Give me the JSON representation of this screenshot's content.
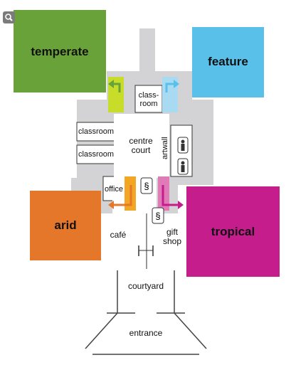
{
  "zones": {
    "temperate": {
      "label": "temperate",
      "color": "#6aa23a"
    },
    "feature": {
      "label": "feature",
      "color": "#59c0ea"
    },
    "arid": {
      "label": "arid",
      "color": "#e5772a"
    },
    "tropical": {
      "label": "tropical",
      "color": "#c51d8c"
    }
  },
  "rooms": {
    "classroom_top": [
      "class-",
      "room"
    ],
    "classroom_1": "classroom",
    "classroom_2": "classroom",
    "centre_court": [
      "centre",
      "court"
    ],
    "artwall": "artwall",
    "office": "office",
    "cafe": "café",
    "gift_shop": [
      "gift",
      "shop"
    ],
    "courtyard": "courtyard",
    "entrance": "entrance"
  },
  "icons": {
    "zoom": "magnifier-icon",
    "toilets": "toilet-icon",
    "lift": "lift-icon"
  },
  "colors": {
    "corridor": "#d3d3d6",
    "arrow_lime": "#c8dc2a",
    "arrow_orange": "#f3a623",
    "arrow_pink": "#e07bb8",
    "arrow_lightblue": "#a8dbf2"
  }
}
